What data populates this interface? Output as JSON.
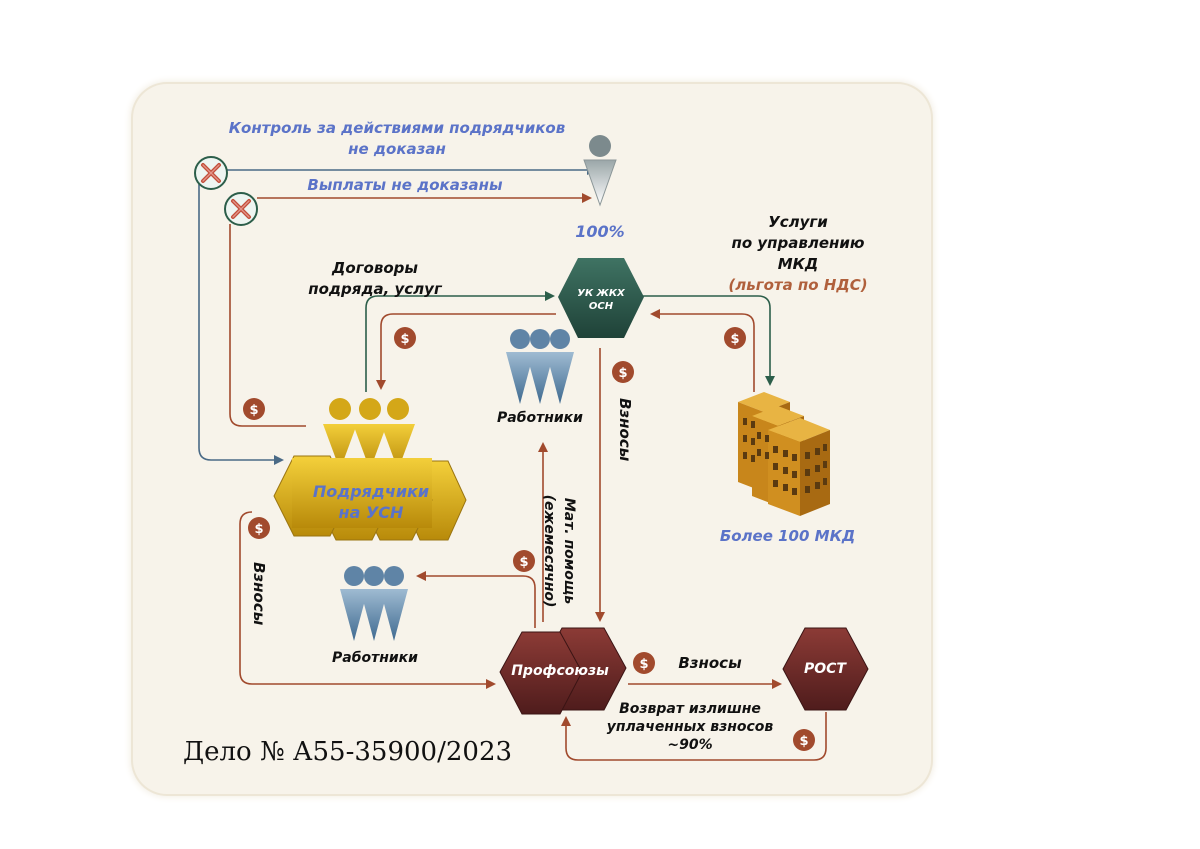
{
  "labels": {
    "control_line1": "Контроль за действиями подрядчиков",
    "control_line2": "не доказан",
    "payments_not_proven": "Выплаты не доказаны",
    "hundred_percent": "100%",
    "contracts_line1": "Договоры",
    "contracts_line2": "подряда, услуг",
    "services_line1": "Услуги",
    "services_line2": "по управлению",
    "services_line3": "МКД",
    "services_line4": "(льгота по НДС)",
    "uk_line1": "УК ЖКХ",
    "uk_line2": "ОСН",
    "workers_top": "Работники",
    "contributions_vertical_right": "Взносы",
    "contractors_line1": "Подрядчики",
    "contractors_line2": "на УСН",
    "buildings": "Более 100 МКД",
    "mat_help_line1": "Мат. помощь",
    "mat_help_line2": "(ежемесячно)",
    "contributions_vertical_left": "Взносы",
    "workers_bottom": "Работники",
    "unions": "Профсоюзы",
    "contributions_h": "Взносы",
    "rost": "РОСТ",
    "refund_line1": "Возврат излишне",
    "refund_line2": "уплаченных взносов",
    "refund_line3": "~90%",
    "case_number": "Дело № А55-35900/2023"
  },
  "colors": {
    "blue_text": "#5b73c8",
    "rust_arrow": "#a14a2d",
    "slate_arrow": "#4a6a86",
    "green_arrow": "#2c5e4a",
    "uk_hex": "#2f5b4f",
    "contractor_gold": "#e2b51a",
    "union_maroon": "#6e2a2a",
    "people_blue": "#6f93b4"
  }
}
